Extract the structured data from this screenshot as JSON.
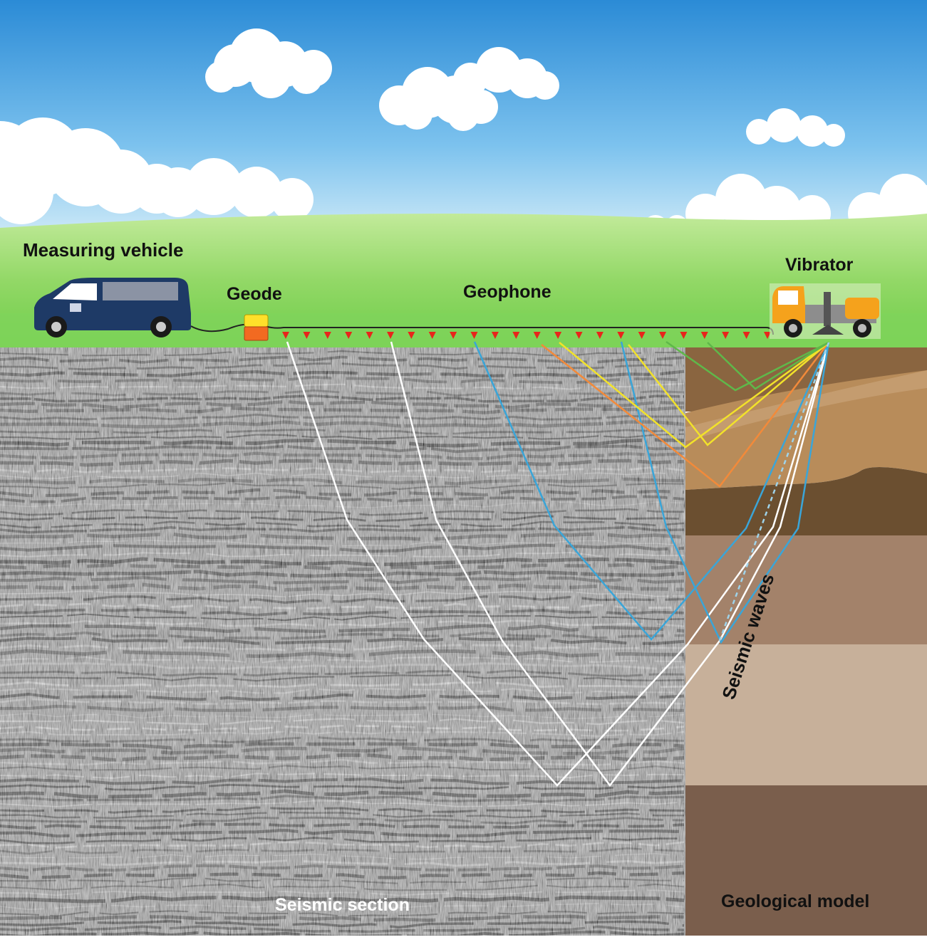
{
  "labels": {
    "measuring_vehicle": "Measuring vehicle",
    "geode": "Geode",
    "geophone": "Geophone",
    "vibrator": "Vibrator",
    "seismic_waves": "Seismic waves",
    "seismic_section": "Seismic section",
    "geological_model": "Geological model"
  },
  "colors": {
    "sky_top": "#2f8fd8",
    "sky_bottom": "#c9e6f7",
    "grass": "#7fd35a",
    "hill": "#b4e590",
    "van": "#1e3a66",
    "geode_top": "#ffe02a",
    "geode_bottom": "#f26a21",
    "geophone": "#e8251b",
    "vibrator": "#f5a21c",
    "ray_white": "#ffffff",
    "ray_blue": "#3aa5d8",
    "ray_yellow": "#f2e22a",
    "ray_orange": "#f28a3a",
    "ray_green": "#5fb84a",
    "layer_1": "#8a6540",
    "layer_2": "#b88c5a",
    "layer_3": "#6b4f30",
    "layer_4": "#a3826a",
    "layer_5": "#c7b09a",
    "layer_6": "#7a5e4c"
  },
  "geophone_count": 24
}
